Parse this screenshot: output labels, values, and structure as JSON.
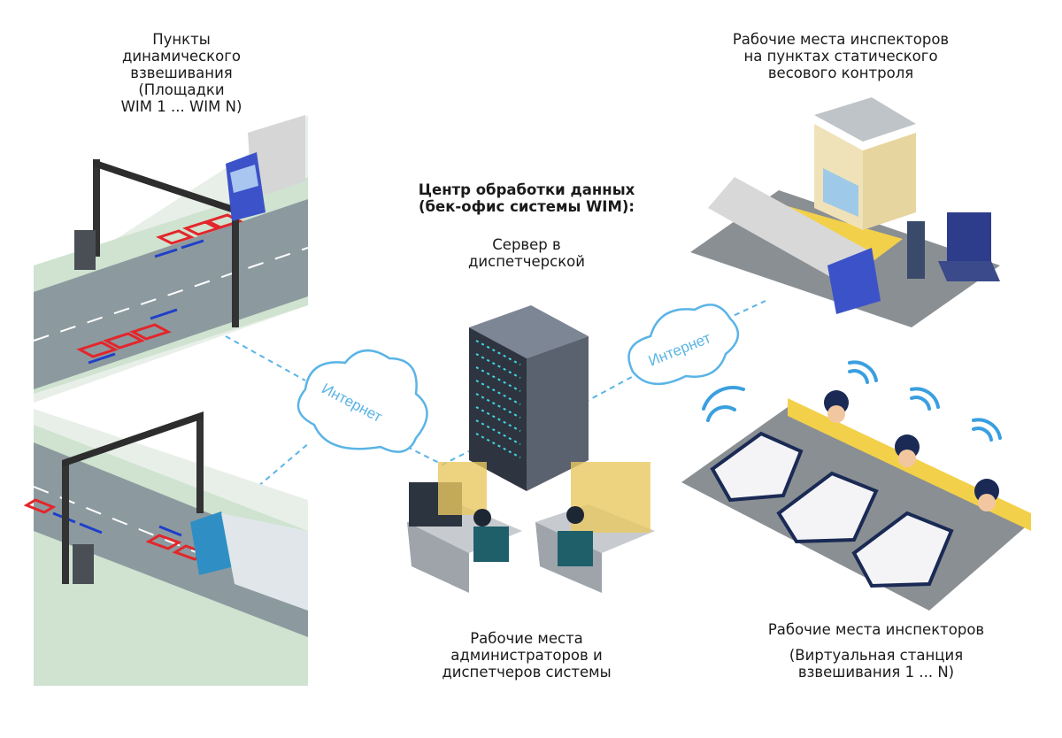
{
  "labels": {
    "wim_points": [
      "Пункты",
      "динамического",
      "взвешивания",
      "(Площадки",
      "WIM 1 ... WIM N)"
    ],
    "static_control": [
      "Рабочие места инспекторов",
      "на пунктах статического",
      "весового контроля"
    ],
    "data_center_title": [
      "Центр обработки данных",
      "(бек-офис системы WIM):"
    ],
    "server": [
      "Сервер в",
      "диспетчерской"
    ],
    "admin_workplaces": [
      "Рабочие места",
      "администраторов и",
      "диспетчеров системы"
    ],
    "inspector_workplaces": [
      "Рабочие места инспекторов"
    ],
    "virtual_station": [
      "(Виртуальная станция",
      "взвешивания 1 ... N)"
    ]
  },
  "clouds": {
    "left": "Интернет",
    "right": "Интернет"
  },
  "colors": {
    "link": "#5ab4e6",
    "road": "#8c9a9f",
    "sensor_red": "#e3262b",
    "sensor_blue": "#1f3fc9",
    "server": "#5a6270",
    "server_led": "#3fd8e0",
    "police": "#1a2a55"
  }
}
